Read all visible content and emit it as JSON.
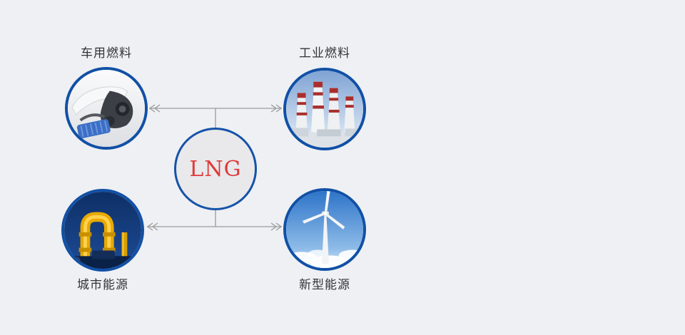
{
  "diagram": {
    "center": {
      "label": "LNG"
    },
    "nodes": [
      {
        "label": "车用燃料",
        "image": "car-engine",
        "position": "top-left"
      },
      {
        "label": "工业燃料",
        "image": "power-plant-chimneys",
        "position": "top-right"
      },
      {
        "label": "城市能源",
        "image": "city-gas-pipeline",
        "position": "bottom-left"
      },
      {
        "label": "新型能源",
        "image": "wind-turbine",
        "position": "bottom-right"
      }
    ],
    "colors": {
      "background": "#eef0f4",
      "circle_border": "#1150a5",
      "center_fill": "#e9e9eb",
      "center_text": "#e03a3a",
      "label_text": "#333333",
      "connector": "#9b9b9b"
    }
  }
}
